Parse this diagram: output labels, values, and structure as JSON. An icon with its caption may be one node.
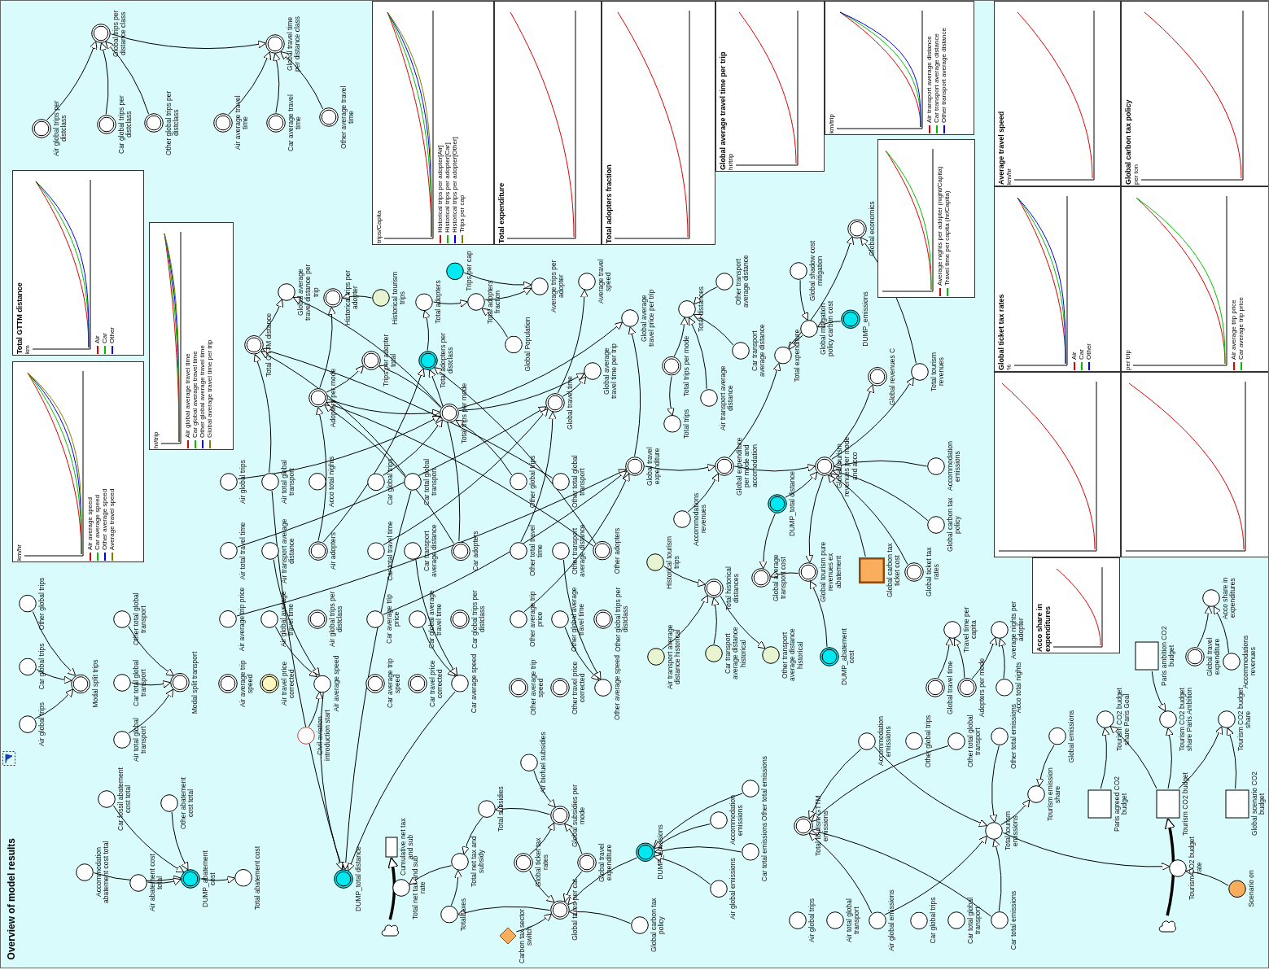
{
  "diagram": {
    "title": "Overview of model results",
    "nodes": [
      {
        "text": [
          "Air global trips per distclass"
        ]
      },
      {
        "text": [
          "Car global trips per distclass"
        ]
      },
      {
        "text": [
          "Other global trips per distclass"
        ]
      },
      {
        "text": [
          "Global trips per distance class"
        ]
      },
      {
        "text": [
          "Air average travel time"
        ]
      },
      {
        "text": [
          "Car average travel time"
        ]
      },
      {
        "text": [
          "Other average travel time"
        ]
      },
      {
        "text": [
          "Global travel time per distance class"
        ]
      },
      {
        "text": [
          "Total GTTM distance"
        ]
      },
      {
        "text": [
          "Global average travel distance per trip"
        ]
      },
      {
        "text": [
          "Historical trips per adopter"
        ]
      },
      {
        "text": [
          "Historical tourism trips"
        ]
      },
      {
        "text": [
          "Trips per adopter total"
        ]
      },
      {
        "text": [
          "Total adopters per distclass"
        ]
      },
      {
        "text": [
          "Total adopters"
        ]
      },
      {
        "text": [
          "Trips per cap"
        ]
      },
      {
        "text": [
          "Total adopters fraction"
        ]
      },
      {
        "text": [
          "Average trips per adopter"
        ]
      },
      {
        "text": [
          "Global Population"
        ]
      },
      {
        "text": [
          "Adopters per mode"
        ]
      },
      {
        "text": [
          "Total trips per mode"
        ]
      },
      {
        "text": [
          "Global travel time"
        ]
      },
      {
        "text": [
          "Global average travel time per trip"
        ]
      },
      {
        "text": [
          "Average travel speed"
        ]
      },
      {
        "text": [
          "Global average travel price per trip"
        ]
      },
      {
        "text": [
          "Global travel expenditure"
        ]
      },
      {
        "text": [
          "Air global trips"
        ]
      },
      {
        "text": [
          "Air total global transport"
        ]
      },
      {
        "text": [
          "Acco total nights"
        ]
      },
      {
        "text": [
          "Car global trips"
        ]
      },
      {
        "text": [
          "Car total global transport"
        ]
      },
      {
        "text": [
          "Other global trips"
        ]
      },
      {
        "text": [
          "Other total global transport"
        ]
      },
      {
        "text": [
          "Air total travel time"
        ]
      },
      {
        "text": [
          "Air transport average distance"
        ]
      },
      {
        "text": [
          "Air adopters"
        ]
      },
      {
        "text": [
          "Car total travel time"
        ]
      },
      {
        "text": [
          "Car transport average distance"
        ]
      },
      {
        "text": [
          "Car adopters"
        ]
      },
      {
        "text": [
          "Other total travel time"
        ]
      },
      {
        "text": [
          "Other transport average distance"
        ]
      },
      {
        "text": [
          "Other adopters"
        ]
      },
      {
        "text": [
          "Air average trip price"
        ]
      },
      {
        "text": [
          "Air global average travel time"
        ]
      },
      {
        "text": [
          "Air global trips per distclass"
        ]
      },
      {
        "text": [
          "Car average trip price"
        ]
      },
      {
        "text": [
          "Car global average travel time"
        ]
      },
      {
        "text": [
          "Car global trips per distclass"
        ]
      },
      {
        "text": [
          "Other average trip price"
        ]
      },
      {
        "text": [
          "Other global average travel time"
        ]
      },
      {
        "text": [
          "Other global trips per distclass"
        ]
      },
      {
        "text": [
          "Air average trip speed"
        ]
      },
      {
        "text": [
          "Air travel price corrected"
        ]
      },
      {
        "text": [
          "Air average speed"
        ]
      },
      {
        "text": [
          "Car average trip speed"
        ]
      },
      {
        "text": [
          "Car travel price corrected"
        ]
      },
      {
        "text": [
          "Car average speed"
        ]
      },
      {
        "text": [
          "Other average trip speed"
        ]
      },
      {
        "text": [
          "Other travel price corrected"
        ]
      },
      {
        "text": [
          "Other average speed"
        ]
      },
      {
        "text": [
          "Civil aviation introduction start"
        ]
      },
      {
        "text": [
          "DUMP_total distance"
        ]
      },
      {
        "text": [
          "Total distances"
        ]
      },
      {
        "text": [
          "Other transport average distance"
        ]
      },
      {
        "text": [
          "Car transport average distance"
        ]
      },
      {
        "text": [
          "Air transport average distance"
        ]
      },
      {
        "text": [
          "Total trips per mode"
        ]
      },
      {
        "text": [
          "Total trips"
        ]
      },
      {
        "text": [
          "Global economics"
        ]
      },
      {
        "text": [
          "Global shadow cost mitigation"
        ]
      },
      {
        "text": [
          "Global mitigation policy carbon cost"
        ]
      },
      {
        "text": [
          "DUMP_emissions"
        ]
      },
      {
        "text": [
          "Total expenditure"
        ]
      },
      {
        "text": [
          "Global revenues C"
        ]
      },
      {
        "text": [
          "Total tourism revenues"
        ]
      },
      {
        "text": [
          "Global expenditure per mode and accomodation"
        ]
      },
      {
        "text": [
          "Accommodations revenues"
        ]
      },
      {
        "text": [
          "Global tourism revenues per mode and acco"
        ]
      },
      {
        "text": [
          "DUMP_total distance"
        ]
      },
      {
        "text": [
          "Accommodation emissions"
        ]
      },
      {
        "text": [
          "Global carbon tax policy"
        ]
      },
      {
        "text": [
          "Global ticket tax rates"
        ]
      },
      {
        "text": [
          "Global carbon tax ticket cost"
        ]
      },
      {
        "text": [
          "Global tourism pure revenues ex abatement"
        ]
      },
      {
        "text": [
          "Global average transport cost"
        ]
      },
      {
        "text": [
          "DUMP_abatement cost"
        ]
      },
      {
        "text": [
          "Historical tourism trips"
        ]
      },
      {
        "text": [
          "Total historical distances"
        ]
      },
      {
        "text": [
          "Air transport average distance historical"
        ]
      },
      {
        "text": [
          "Car transport average distance historical"
        ]
      },
      {
        "text": [
          "Other transport average distance historical"
        ]
      },
      {
        "text": [
          "Other global trips"
        ]
      },
      {
        "text": [
          "Car global trips"
        ]
      },
      {
        "text": [
          "Air global trips"
        ]
      },
      {
        "text": [
          "Modal split trips"
        ]
      },
      {
        "text": [
          "Other total global transport"
        ]
      },
      {
        "text": [
          "Car total global transport"
        ]
      },
      {
        "text": [
          "Air total global transport"
        ]
      },
      {
        "text": [
          "Modal split transport"
        ]
      },
      {
        "text": [
          "Car fossil abatement cost total"
        ]
      },
      {
        "text": [
          "Other abatement cost total"
        ]
      },
      {
        "text": [
          "Accommodation abatement cost total"
        ]
      },
      {
        "text": [
          "Air abatement cost total"
        ]
      },
      {
        "text": [
          "DUMP_abatement cost"
        ]
      },
      {
        "text": [
          "Total abatement cost"
        ]
      },
      {
        "text": [
          "Cumulative net tax and sub"
        ]
      },
      {
        "text": [
          "Total net tax and sub rate"
        ]
      },
      {
        "text": [],
        "shape": "cloud"
      },
      {
        "text": [
          "Total net tax and subsidy"
        ]
      },
      {
        "text": [
          "Total taxes"
        ]
      },
      {
        "text": [
          "Total subsidies"
        ]
      },
      {
        "text": [
          "Air biofuel subsidies"
        ]
      },
      {
        "text": [
          "Global subsidies per mode"
        ]
      },
      {
        "text": [
          "Global ticket tax rates"
        ]
      },
      {
        "text": [
          "Global travel expenditure"
        ]
      },
      {
        "text": [
          "Global taxes per cat"
        ]
      },
      {
        "text": [
          "Carbon tax sector switch"
        ]
      },
      {
        "text": [
          "Global carbon tax policy"
        ]
      },
      {
        "text": [
          "DUMP_emissions"
        ]
      },
      {
        "text": [
          "Other total emissions"
        ]
      },
      {
        "text": [
          "Accommodation emissions"
        ]
      },
      {
        "text": [
          "Car total emissions"
        ]
      },
      {
        "text": [
          "Air global emissions"
        ]
      },
      {
        "text": [
          "Total tourism GTTM emissions"
        ]
      },
      {
        "text": [
          "Accommodation emissions"
        ]
      },
      {
        "text": [
          "Other global trips"
        ]
      },
      {
        "text": [
          "Other total global transport"
        ]
      },
      {
        "text": [
          "Other total emissions"
        ]
      },
      {
        "text": [
          "Air global trips"
        ]
      },
      {
        "text": [
          "Air total global transport"
        ]
      },
      {
        "text": [
          "Air global emissions"
        ]
      },
      {
        "text": [
          "Car global trips"
        ]
      },
      {
        "text": [
          "Car total global transport"
        ]
      },
      {
        "text": [
          "Car total emissions"
        ]
      },
      {
        "text": [
          "Total tourism emissions"
        ]
      },
      {
        "text": [
          "Tourism emission share"
        ]
      },
      {
        "text": [
          "Global emissions"
        ]
      },
      {
        "text": [
          "Global travel time"
        ]
      },
      {
        "text": [
          "Adopters per mode"
        ]
      },
      {
        "text": [
          "Acco total nights"
        ]
      },
      {
        "text": [
          "Travel time per capita"
        ]
      },
      {
        "text": [
          "Average nights per adopter"
        ]
      },
      {
        "text": [
          "Paris agreed CO2 budget"
        ]
      },
      {
        "text": [
          "Tourism CO2 budget share Paris Goal"
        ]
      },
      {
        "text": [
          "Tourism CO2 budget"
        ]
      },
      {
        "text": [
          "Paris ambition CO2 budget"
        ]
      },
      {
        "text": [
          "Tourism CO2 budget share Paris Ambition"
        ]
      },
      {
        "text": [
          "Global scenario CO2 budget"
        ]
      },
      {
        "text": [
          "Tourism CO2 budget share"
        ]
      },
      {
        "text": [
          "Tourism CO2 budget rate"
        ]
      },
      {
        "text": [],
        "shape": "cloud"
      },
      {
        "text": [
          "Scenario on"
        ]
      },
      {
        "text": [
          "Global travel expenditure"
        ]
      },
      {
        "text": [
          "Accommodations revenues"
        ]
      },
      {
        "text": [
          "Acco share in expenditures"
        ]
      }
    ],
    "edges": [
      {
        "from": 0,
        "to": 3,
        "arrow": "to"
      },
      {
        "from": 1,
        "to": 3,
        "arrow": "to"
      },
      {
        "from": 2,
        "to": 3,
        "arrow": "to"
      },
      {
        "from": 3,
        "to": 7,
        "arrow": "to"
      },
      {
        "from": 4,
        "to": 7,
        "arrow": "to"
      },
      {
        "from": 5,
        "to": 7,
        "arrow": "to"
      },
      {
        "from": 6,
        "to": 7,
        "arrow": "to"
      },
      {
        "from": 8,
        "to": 9,
        "arrow": "to"
      },
      {
        "from": 20,
        "to": 9,
        "arrow": "to"
      },
      {
        "from": 11,
        "to": 10,
        "arrow": "to"
      },
      {
        "from": 19,
        "to": 10,
        "arrow": "to"
      },
      {
        "from": 19,
        "to": 12,
        "arrow": "to"
      },
      {
        "from": 20,
        "to": 12,
        "arrow": "to"
      },
      {
        "from": 13,
        "to": 14,
        "arrow": "to"
      },
      {
        "from": 14,
        "to": 16,
        "arrow": "to"
      },
      {
        "from": 18,
        "to": 16,
        "arrow": "to"
      },
      {
        "from": 16,
        "to": 17,
        "arrow": "to"
      },
      {
        "from": 15,
        "to": 17,
        "arrow": "to"
      },
      {
        "from": 35,
        "to": 19,
        "arrow": "to"
      },
      {
        "from": 38,
        "to": 19,
        "arrow": "to"
      },
      {
        "from": 41,
        "to": 19,
        "arrow": "to"
      },
      {
        "from": 35,
        "to": 13,
        "arrow": "to"
      },
      {
        "from": 38,
        "to": 13,
        "arrow": "to"
      },
      {
        "from": 41,
        "to": 13,
        "arrow": "to"
      },
      {
        "from": 19,
        "to": 20,
        "arrow": "to"
      },
      {
        "from": 26,
        "to": 20,
        "arrow": "to"
      },
      {
        "from": 29,
        "to": 20,
        "arrow": "to"
      },
      {
        "from": 31,
        "to": 20,
        "arrow": "to"
      },
      {
        "from": 27,
        "to": 8,
        "arrow": "to"
      },
      {
        "from": 30,
        "to": 8,
        "arrow": "to"
      },
      {
        "from": 32,
        "to": 8,
        "arrow": "to"
      },
      {
        "from": 33,
        "to": 21,
        "arrow": "to"
      },
      {
        "from": 36,
        "to": 21,
        "arrow": "to"
      },
      {
        "from": 39,
        "to": 21,
        "arrow": "to"
      },
      {
        "from": 21,
        "to": 22,
        "arrow": "to"
      },
      {
        "from": 20,
        "to": 22,
        "arrow": "to"
      },
      {
        "from": 21,
        "to": 23,
        "arrow": "to"
      },
      {
        "from": 20,
        "to": 24,
        "arrow": "to"
      },
      {
        "from": 25,
        "to": 24,
        "arrow": "to"
      },
      {
        "from": 42,
        "to": 25,
        "arrow": "to"
      },
      {
        "from": 45,
        "to": 25,
        "arrow": "to"
      },
      {
        "from": 48,
        "to": 25,
        "arrow": "to"
      },
      {
        "from": 43,
        "to": 53,
        "arrow": "to"
      },
      {
        "from": 60,
        "to": 53,
        "arrow": "to"
      },
      {
        "from": 34,
        "to": 53,
        "arrow": "to"
      },
      {
        "from": 46,
        "to": 56,
        "arrow": "to"
      },
      {
        "from": 37,
        "to": 56,
        "arrow": "to"
      },
      {
        "from": 49,
        "to": 59,
        "arrow": "to"
      },
      {
        "from": 40,
        "to": 59,
        "arrow": "to"
      },
      {
        "from": 53,
        "to": 61,
        "arrow": "to"
      },
      {
        "from": 56,
        "to": 61,
        "arrow": "to"
      },
      {
        "from": 27,
        "to": 61,
        "arrow": "to"
      },
      {
        "from": 30,
        "to": 61,
        "arrow": "to"
      },
      {
        "from": 63,
        "to": 62,
        "arrow": "to"
      },
      {
        "from": 64,
        "to": 62,
        "arrow": "to"
      },
      {
        "from": 65,
        "to": 62,
        "arrow": "to"
      },
      {
        "from": 66,
        "to": 62,
        "arrow": "to"
      },
      {
        "from": 66,
        "to": 67,
        "arrow": "to"
      },
      {
        "from": 25,
        "to": 75,
        "arrow": "to"
      },
      {
        "from": 76,
        "to": 75,
        "arrow": "to"
      },
      {
        "from": 75,
        "to": 72,
        "arrow": "to"
      },
      {
        "from": 75,
        "to": 77,
        "arrow": "to"
      },
      {
        "from": 69,
        "to": 70,
        "arrow": "to"
      },
      {
        "from": 71,
        "to": 70,
        "arrow": "to"
      },
      {
        "from": 70,
        "to": 72,
        "arrow": "to"
      },
      {
        "from": 72,
        "to": 68,
        "arrow": "to"
      },
      {
        "from": 74,
        "to": 68,
        "arrow": "to"
      },
      {
        "from": 77,
        "to": 73,
        "arrow": "to"
      },
      {
        "from": 77,
        "to": 74,
        "arrow": "to"
      },
      {
        "from": 79,
        "to": 77,
        "arrow": "to"
      },
      {
        "from": 80,
        "to": 77,
        "arrow": "to"
      },
      {
        "from": 81,
        "to": 77,
        "arrow": "to"
      },
      {
        "from": 82,
        "to": 77,
        "arrow": "to"
      },
      {
        "from": 77,
        "to": 83,
        "arrow": "to"
      },
      {
        "from": 78,
        "to": 77,
        "arrow": "to"
      },
      {
        "from": 78,
        "to": 84,
        "arrow": "to"
      },
      {
        "from": 83,
        "to": 84,
        "arrow": "to"
      },
      {
        "from": 85,
        "to": 83,
        "arrow": "to"
      },
      {
        "from": 86,
        "to": 87,
        "arrow": "to"
      },
      {
        "from": 88,
        "to": 87,
        "arrow": "to"
      },
      {
        "from": 89,
        "to": 87,
        "arrow": "to"
      },
      {
        "from": 87,
        "to": 90,
        "arrow": "to"
      },
      {
        "from": 91,
        "to": 94,
        "arrow": "to"
      },
      {
        "from": 92,
        "to": 94,
        "arrow": "to"
      },
      {
        "from": 93,
        "to": 94,
        "arrow": "to"
      },
      {
        "from": 95,
        "to": 98,
        "arrow": "to"
      },
      {
        "from": 96,
        "to": 98,
        "arrow": "to"
      },
      {
        "from": 97,
        "to": 98,
        "arrow": "to"
      },
      {
        "from": 99,
        "to": 103,
        "arrow": "to"
      },
      {
        "from": 100,
        "to": 103,
        "arrow": "to"
      },
      {
        "from": 101,
        "to": 103,
        "arrow": "to"
      },
      {
        "from": 102,
        "to": 103,
        "arrow": "to"
      },
      {
        "from": 103,
        "to": 104,
        "arrow": "to"
      },
      {
        "from": 107,
        "to": 105,
        "arrow": "to",
        "style": "thick"
      },
      {
        "from": 108,
        "to": 106,
        "arrow": "to"
      },
      {
        "from": 109,
        "to": 108,
        "arrow": "to"
      },
      {
        "from": 110,
        "to": 108,
        "arrow": "to"
      },
      {
        "from": 112,
        "to": 110,
        "arrow": "to"
      },
      {
        "from": 111,
        "to": 112,
        "arrow": "to"
      },
      {
        "from": 113,
        "to": 112,
        "arrow": "to"
      },
      {
        "from": 114,
        "to": 112,
        "arrow": "to"
      },
      {
        "from": 113,
        "to": 115,
        "arrow": "to"
      },
      {
        "from": 114,
        "to": 115,
        "arrow": "to"
      },
      {
        "from": 116,
        "to": 115,
        "arrow": "to"
      },
      {
        "from": 117,
        "to": 115,
        "arrow": "to"
      },
      {
        "from": 118,
        "to": 115,
        "arrow": "to"
      },
      {
        "from": 115,
        "to": 109,
        "arrow": "to"
      },
      {
        "from": 119,
        "to": 118,
        "arrow": "to"
      },
      {
        "from": 120,
        "to": 118,
        "arrow": "to"
      },
      {
        "from": 121,
        "to": 118,
        "arrow": "to"
      },
      {
        "from": 122,
        "to": 118,
        "arrow": "to"
      },
      {
        "from": 124,
        "to": 123,
        "arrow": "to"
      },
      {
        "from": 126,
        "to": 123,
        "arrow": "to"
      },
      {
        "from": 130,
        "to": 123,
        "arrow": "to"
      },
      {
        "from": 133,
        "to": 123,
        "arrow": "to"
      },
      {
        "from": 124,
        "to": 134,
        "arrow": "to"
      },
      {
        "from": 127,
        "to": 134,
        "arrow": "to"
      },
      {
        "from": 130,
        "to": 134,
        "arrow": "to"
      },
      {
        "from": 133,
        "to": 134,
        "arrow": "to"
      },
      {
        "from": 134,
        "to": 135,
        "arrow": "to"
      },
      {
        "from": 136,
        "to": 135,
        "arrow": "to"
      },
      {
        "from": 134,
        "to": 149,
        "arrow": "to"
      },
      {
        "from": 151,
        "to": 149,
        "arrow": "to"
      },
      {
        "from": 150,
        "to": 144,
        "arrow": "to",
        "style": "thick"
      },
      {
        "from": 144,
        "to": 143,
        "arrow": "to"
      },
      {
        "from": 142,
        "to": 143,
        "arrow": "to"
      },
      {
        "from": 144,
        "to": 146,
        "arrow": "to"
      },
      {
        "from": 145,
        "to": 146,
        "arrow": "to"
      },
      {
        "from": 144,
        "to": 148,
        "arrow": "to"
      },
      {
        "from": 147,
        "to": 148,
        "arrow": "to"
      },
      {
        "from": 137,
        "to": 140,
        "arrow": "to"
      },
      {
        "from": 138,
        "to": 140,
        "arrow": "to"
      },
      {
        "from": 138,
        "to": 141,
        "arrow": "to"
      },
      {
        "from": 139,
        "to": 141,
        "arrow": "to"
      },
      {
        "from": 152,
        "to": 154,
        "arrow": "to"
      },
      {
        "from": 153,
        "to": 154,
        "arrow": "to"
      }
    ],
    "labels": [
      "Total GTTM distance",
      "km",
      "Air",
      "Car",
      "Other",
      "Air global average travel time",
      "Car global average travel time",
      "Other global average travel time",
      "Global average travel time per trip",
      "hr/trip",
      "km/hr",
      "Air average speed",
      "Car average speed",
      "Other average speed",
      "Average travel speed",
      "trips/Capita",
      "Historical trips per adopter[Air]",
      "Historical trips per adopter[Car]",
      "Historical trips per adopter[Other]",
      "Trips per cap",
      "Total expenditure",
      "Total adopters fraction",
      "Global average travel time per trip",
      "hr/trip",
      "km/trip",
      "Air transport average distance",
      "Car transport average distance",
      "Other transport average distance",
      "Average nights per adopter (night/Capita)",
      "Travel time per capita (hr/Capita)",
      "Average travel speed",
      "km/hr",
      "Global carbon tax policy",
      "per ton",
      "Global ticket tax rates",
      "%",
      "Air",
      "Car",
      "Other",
      "per trip",
      "Air average trip price",
      "Car average trip price",
      "Acco share in expenditures"
    ]
  }
}
